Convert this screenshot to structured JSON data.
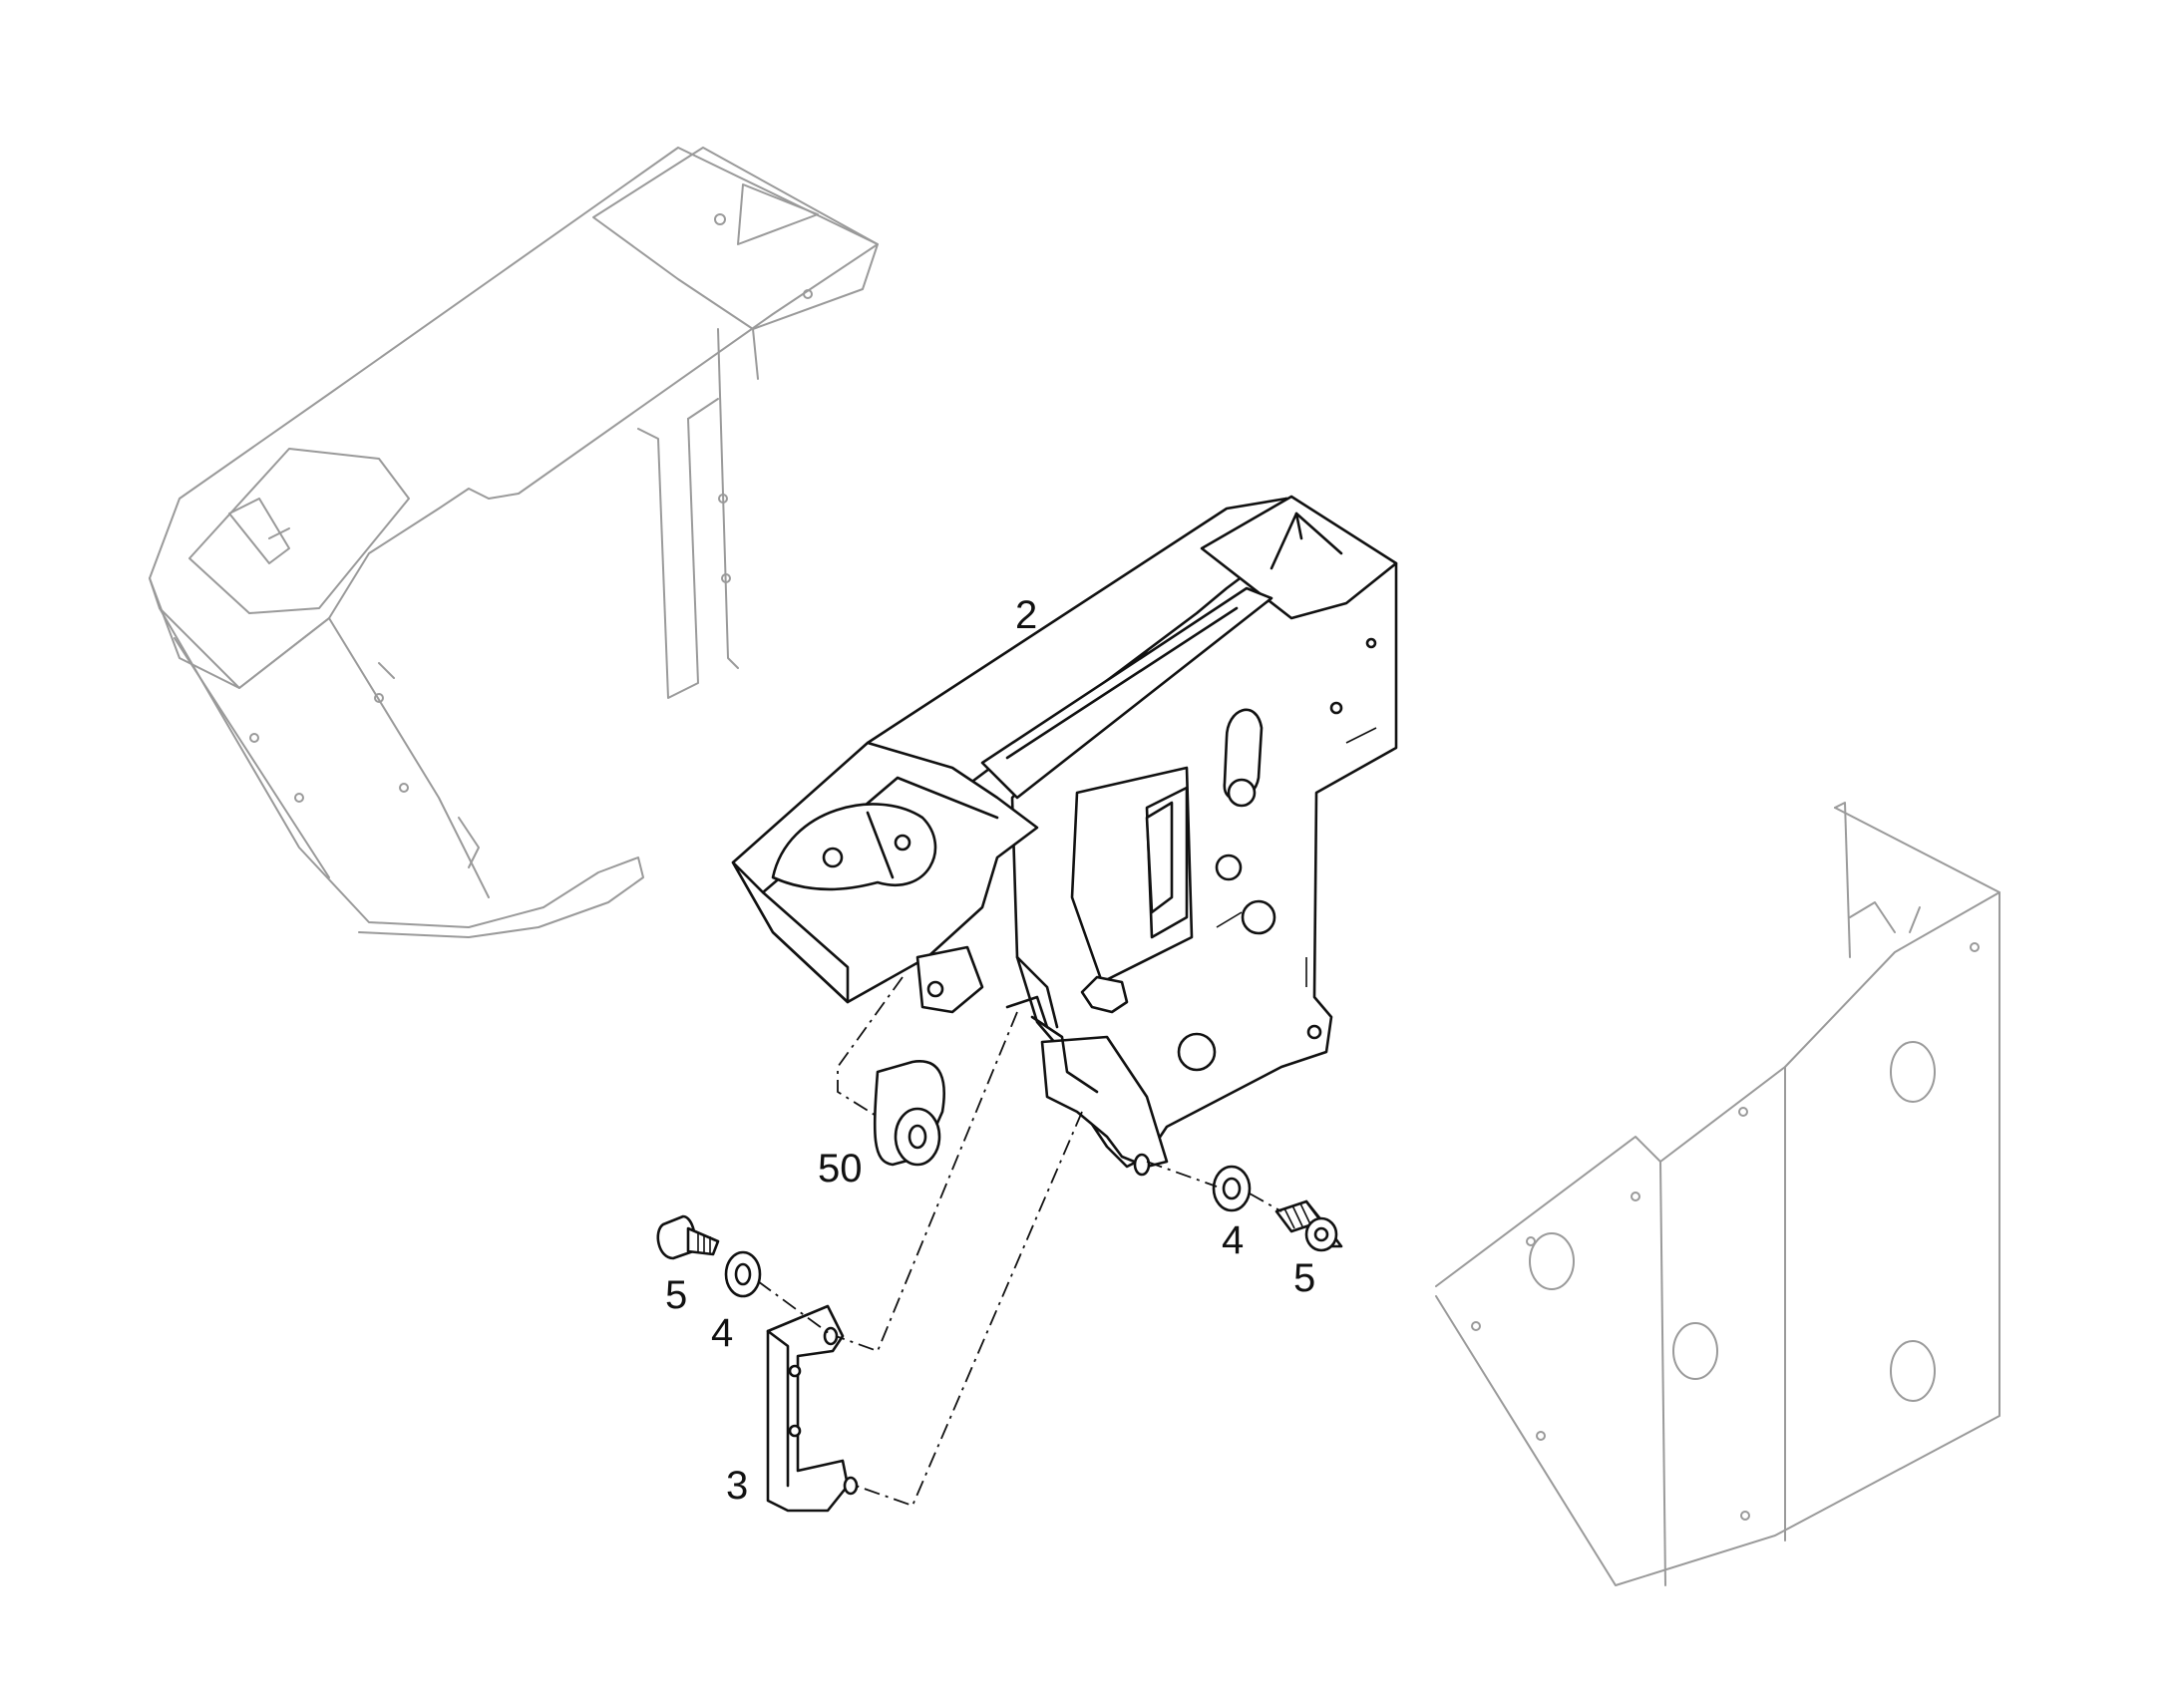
{
  "callouts": {
    "part_2": "2",
    "part_50": "50",
    "part_5_left": "5",
    "part_4_left": "4",
    "part_3": "3",
    "part_4_right": "4",
    "part_5_right": "5"
  },
  "colors": {
    "line_primary": "#111111",
    "line_ghost": "#9a9a9a",
    "background": "#ffffff"
  }
}
